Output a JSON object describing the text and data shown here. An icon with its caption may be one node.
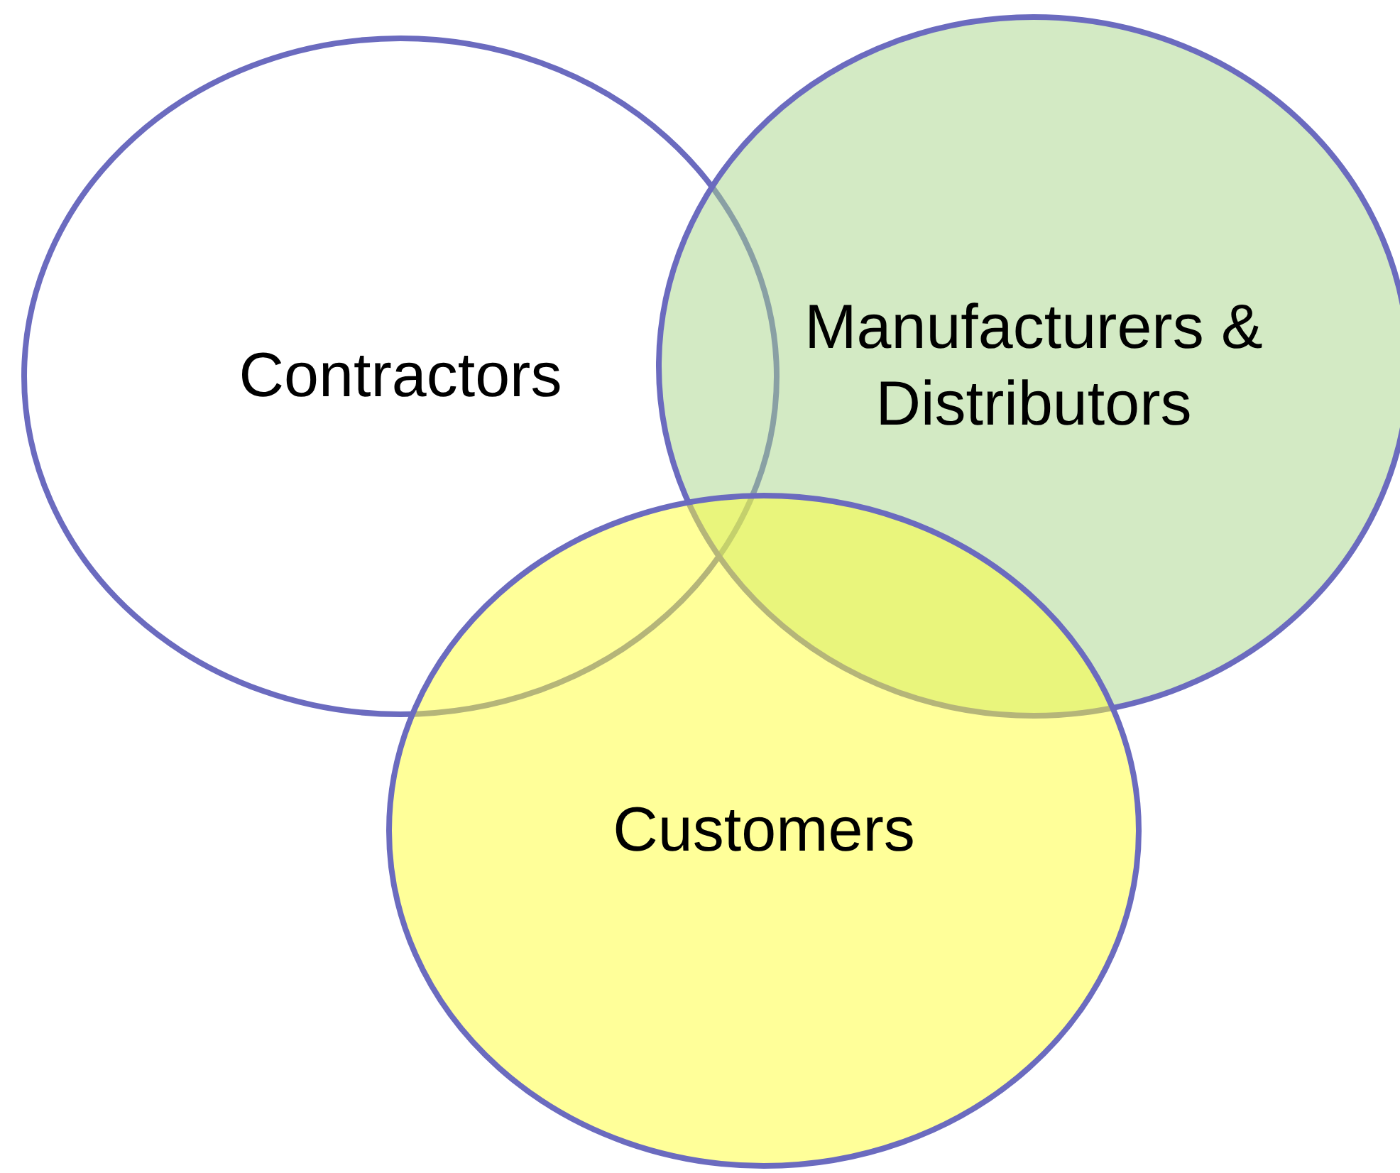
{
  "diagram": {
    "nodes": [
      {
        "text": [
          "Contractors"
        ]
      },
      {
        "text": [
          "Manufacturers & Distributors"
        ]
      },
      {
        "text": [
          "Customers"
        ]
      }
    ]
  }
}
